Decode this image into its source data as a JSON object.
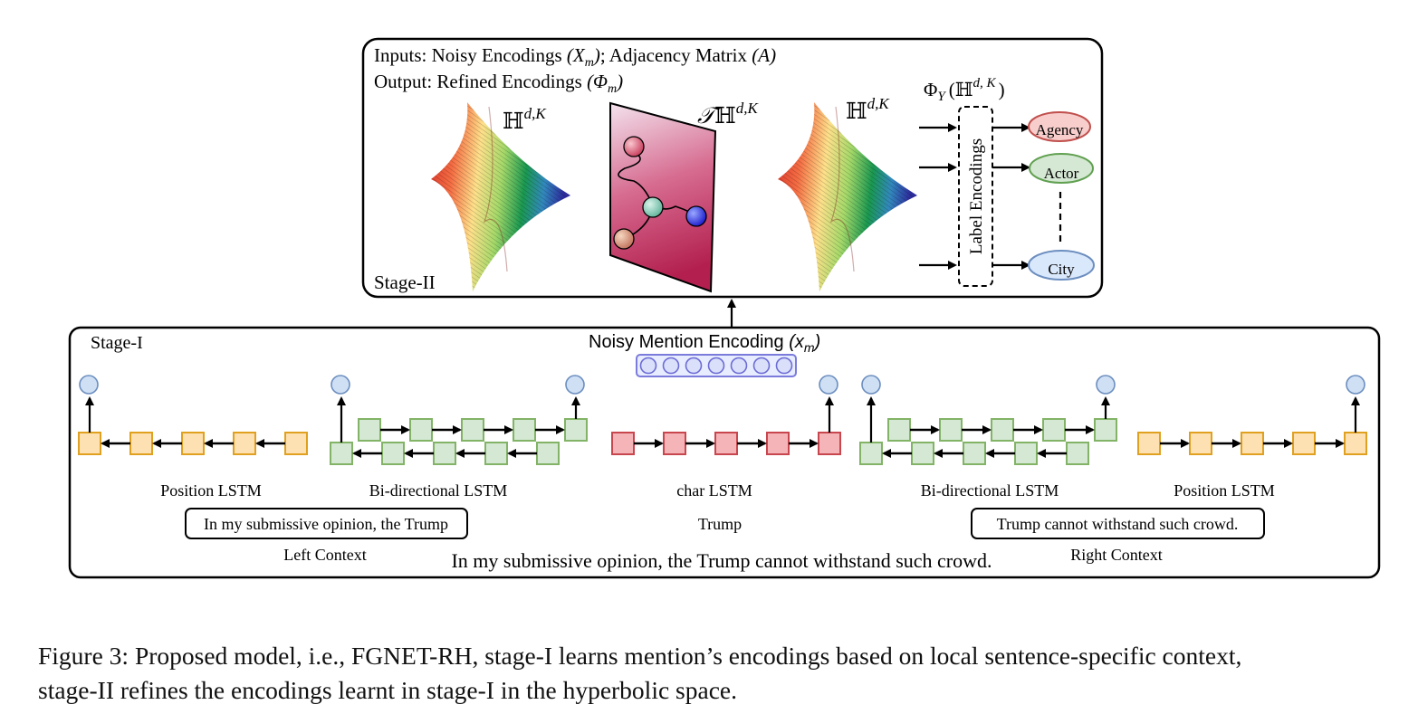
{
  "stage2": {
    "inputs_line": {
      "prefix": "Inputs: Noisy Encodings ",
      "x": "(X",
      "x_sub": "m",
      "x_close": ")",
      "mid": "; Adjacency Matrix ",
      "a": "(A)"
    },
    "output_line": {
      "prefix": "Output: Refined Encodings ",
      "phi": "(Φ",
      "phi_sub": "m",
      "phi_close": ")"
    },
    "hyper_label_left": {
      "base": "ℍ",
      "sup": "d,K"
    },
    "tangent_label": {
      "t": "𝒯",
      "base": "ℍ",
      "sup": "d,K"
    },
    "hyper_label_right": {
      "base": "ℍ",
      "sup": "d,K"
    },
    "phi_y_label": {
      "phi": "Φ",
      "sub": "Y",
      "open": "(ℍ",
      "sup": "d, K",
      "close": ")"
    },
    "label_encodings": "Label Encodings",
    "classes": [
      "Agency",
      "Actor",
      "City"
    ],
    "stage_label": "Stage-II"
  },
  "stage1": {
    "stage_label": "Stage-I",
    "noisy_label": {
      "prefix": "Noisy Mention Encoding ",
      "x": "(x",
      "sub": "m",
      "close": ")"
    },
    "module_labels": [
      "Position LSTM",
      "Bi-directional LSTM",
      "char LSTM",
      "Bi-directional LSTM",
      "Position LSTM"
    ],
    "left_context_text": "In my submissive opinion, the Trump",
    "left_context_label": "Left Context",
    "mention_text": "Trump",
    "right_context_text": "Trump cannot withstand such crowd.",
    "right_context_label": "Right Context",
    "sentence": "In my submissive opinion, the Trump cannot withstand such crowd."
  },
  "caption": {
    "line1": "Figure 3: Proposed model, i.e., FGNET-RH, stage-I learns mention’s encodings based on local sentence-specific context,",
    "line2": "stage-II refines the encodings learnt in stage-I in the hyperbolic space."
  },
  "colors": {
    "orange_fill": "#fde1b3",
    "orange_stroke": "#e0a020",
    "green_fill": "#d5e8d4",
    "green_stroke": "#82b366",
    "red_fill": "#f5b5b8",
    "red_stroke": "#c8464e",
    "circle_fill": "#cfe0f5",
    "circle_stroke": "#6c8ebf",
    "agency_fill": "#f8cecc",
    "agency_stroke": "#c0504d",
    "actor_fill": "#d5e8d4",
    "actor_stroke": "#60a050",
    "city_fill": "#dae8fc",
    "city_stroke": "#6c8ebf",
    "noisy_fill": "#dae0fa",
    "noisy_stroke": "#7b7bdc",
    "plane_top": "#f0d8e6",
    "plane_bottom": "#b82a5a"
  }
}
